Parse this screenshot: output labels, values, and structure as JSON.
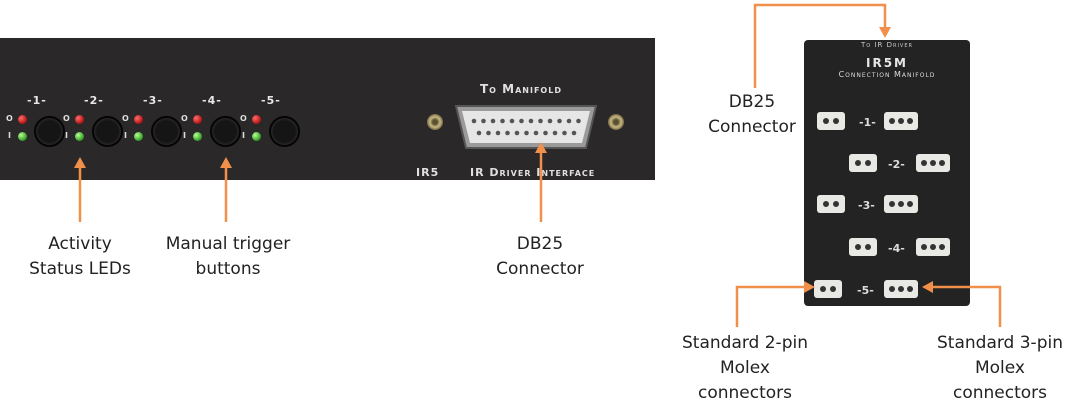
{
  "front_panel": {
    "channels": [
      "-1-",
      "-2-",
      "-3-",
      "-4-",
      "-5-"
    ],
    "led_top_mark": "O",
    "led_bottom_mark": "I",
    "db25_title": "To Manifold",
    "model": "IR5",
    "interface_label": "IR Driver Interface"
  },
  "manifold": {
    "top_label": "To IR Driver",
    "title": "IR5M",
    "subtitle": "Connection Manifold",
    "rows": [
      "-1-",
      "-2-",
      "-3-",
      "-4-",
      "-5-"
    ]
  },
  "labels": {
    "activity_leds": "Activity\nStatus LEDs",
    "trigger_buttons": "Manual trigger\nbuttons",
    "db25_front": "DB25\nConnector",
    "db25_manifold": "DB25\nConnector",
    "molex_2pin": "Standard 2-pin\nMolex\nconnectors",
    "molex_3pin": "Standard 3-pin\nMolex\nconnectors"
  },
  "colors": {
    "arrow": "#f0904a",
    "panel": "#2a2828",
    "manifold": "#232323"
  }
}
